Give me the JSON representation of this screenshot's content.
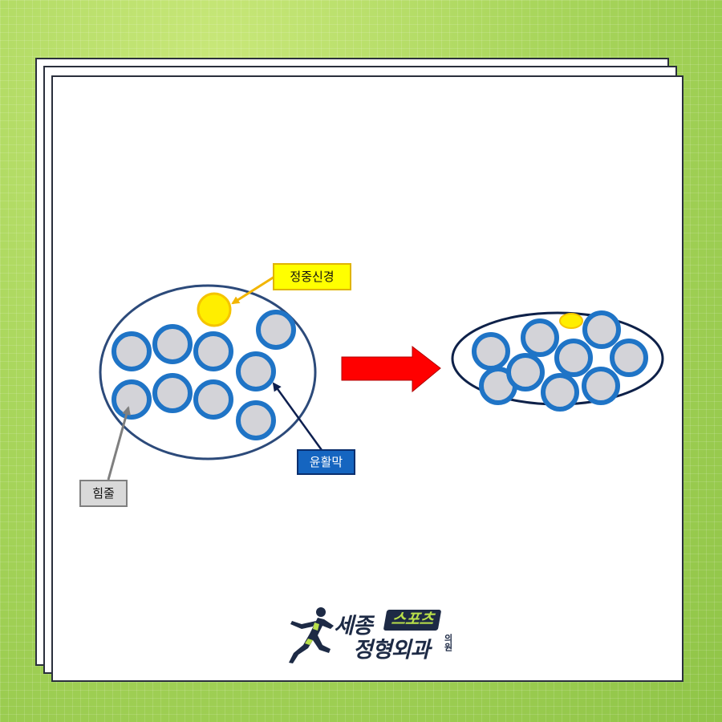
{
  "labels": {
    "median_nerve": "정중신경",
    "synovium": "윤활막",
    "tendon": "힘줄"
  },
  "logo": {
    "line1": "세종",
    "badge": "스포츠",
    "line2": "정형외과",
    "suffix": "의원"
  },
  "colors": {
    "background": "#9fcf55",
    "tendon_fill": "#d3d3d8",
    "tendon_ring": "#1f74c6",
    "nerve": "#ffee00",
    "arrow": "#ff0000",
    "outline": "#1f3a6a",
    "logo_navy": "#1d2a45",
    "logo_green": "#b9e04a"
  },
  "icons": [
    "runner-icon",
    "right-arrow"
  ]
}
